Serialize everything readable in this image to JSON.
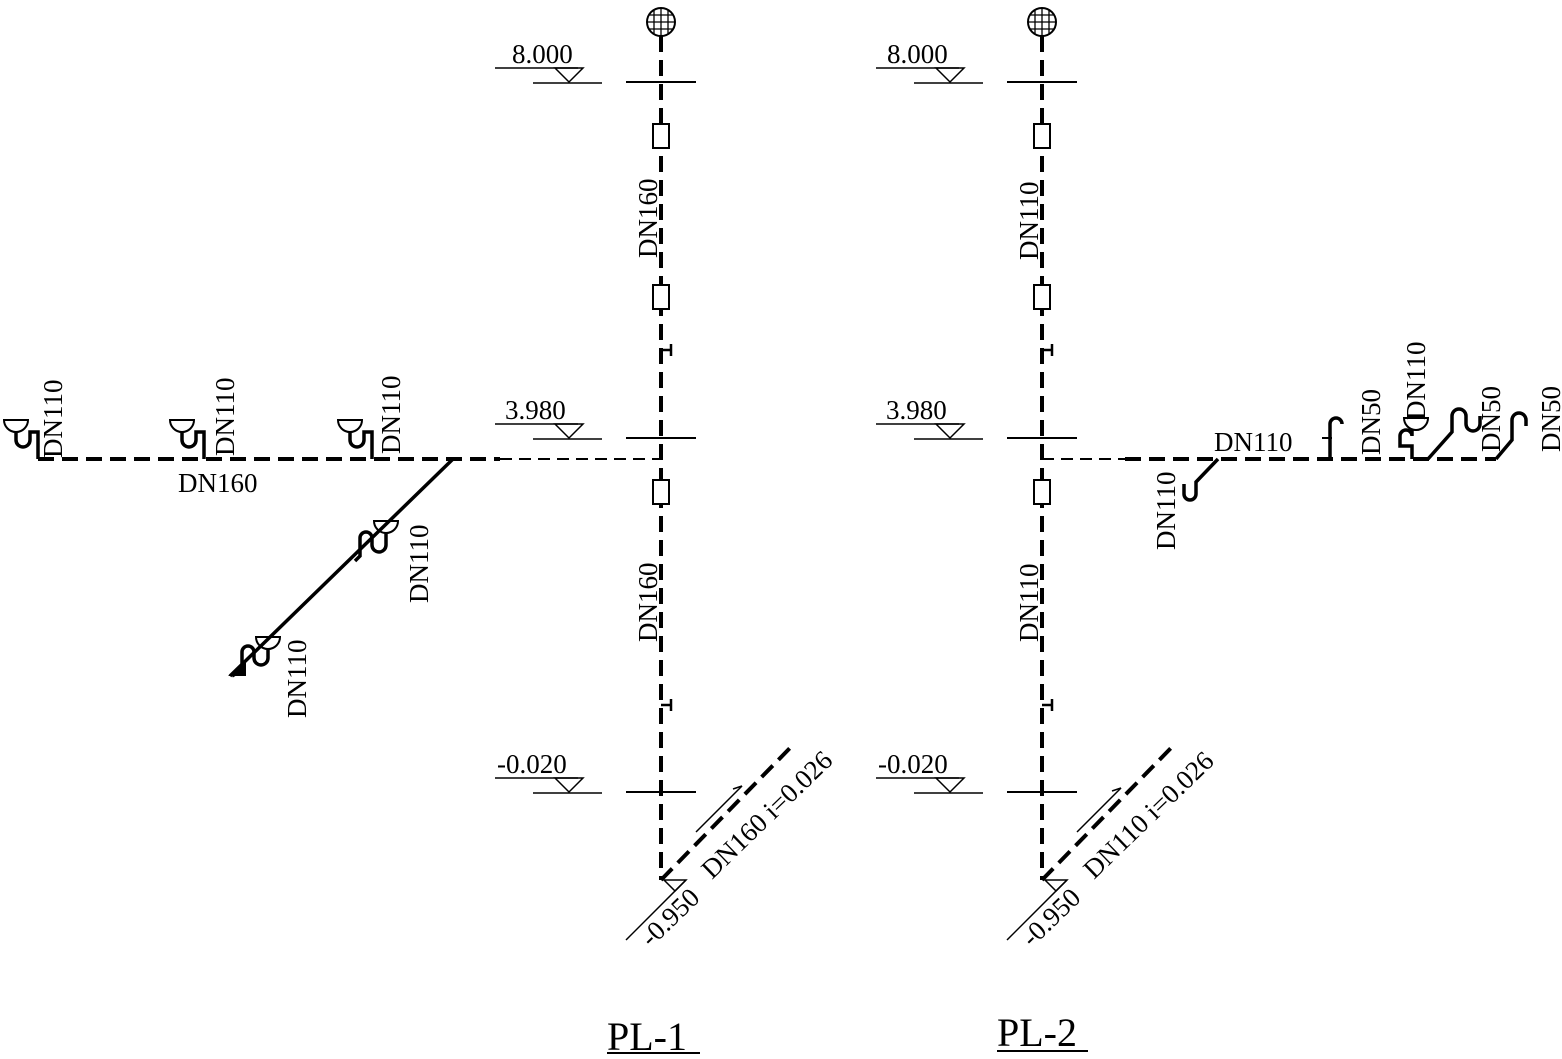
{
  "diagrams": [
    {
      "title": "PL-1",
      "elevations": {
        "top": "8.000",
        "mid": "3.980",
        "ground": "-0.020",
        "bottom": "-0.950"
      },
      "riser_upper_size": "DN160",
      "riser_lower_size": "DN160",
      "branch_size": "DN160",
      "branch_fixture_sizes": [
        "DN110",
        "DN110",
        "DN110"
      ],
      "diagonal_fixture_sizes": [
        "DN110",
        "DN110"
      ],
      "outlet_label": "DN160 i=0.026"
    },
    {
      "title": "PL-2",
      "elevations": {
        "top": "8.000",
        "mid": "3.980",
        "ground": "-0.020",
        "bottom": "-0.950"
      },
      "riser_upper_size": "DN110",
      "riser_lower_size": "DN110",
      "branch_size": "DN110",
      "drop_fixture_size": "DN110",
      "branch_fixture_sizes": [
        "DN50",
        "DN110",
        "DN50",
        "DN50"
      ],
      "outlet_label": "DN110 i=0.026"
    }
  ]
}
